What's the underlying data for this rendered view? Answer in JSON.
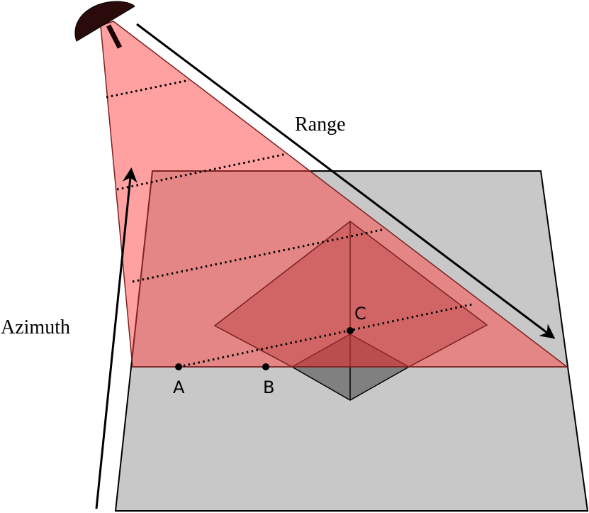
{
  "labels": {
    "range": "Range",
    "azimuth": "Azimuth",
    "point_a": "A",
    "point_b": "B",
    "point_c": "C"
  },
  "colors": {
    "ground": "#c8c8c8",
    "beam": "#ff6666",
    "pyramid_shadow": "#808080",
    "antenna": "#2a0a0a",
    "stroke": "#000000"
  }
}
